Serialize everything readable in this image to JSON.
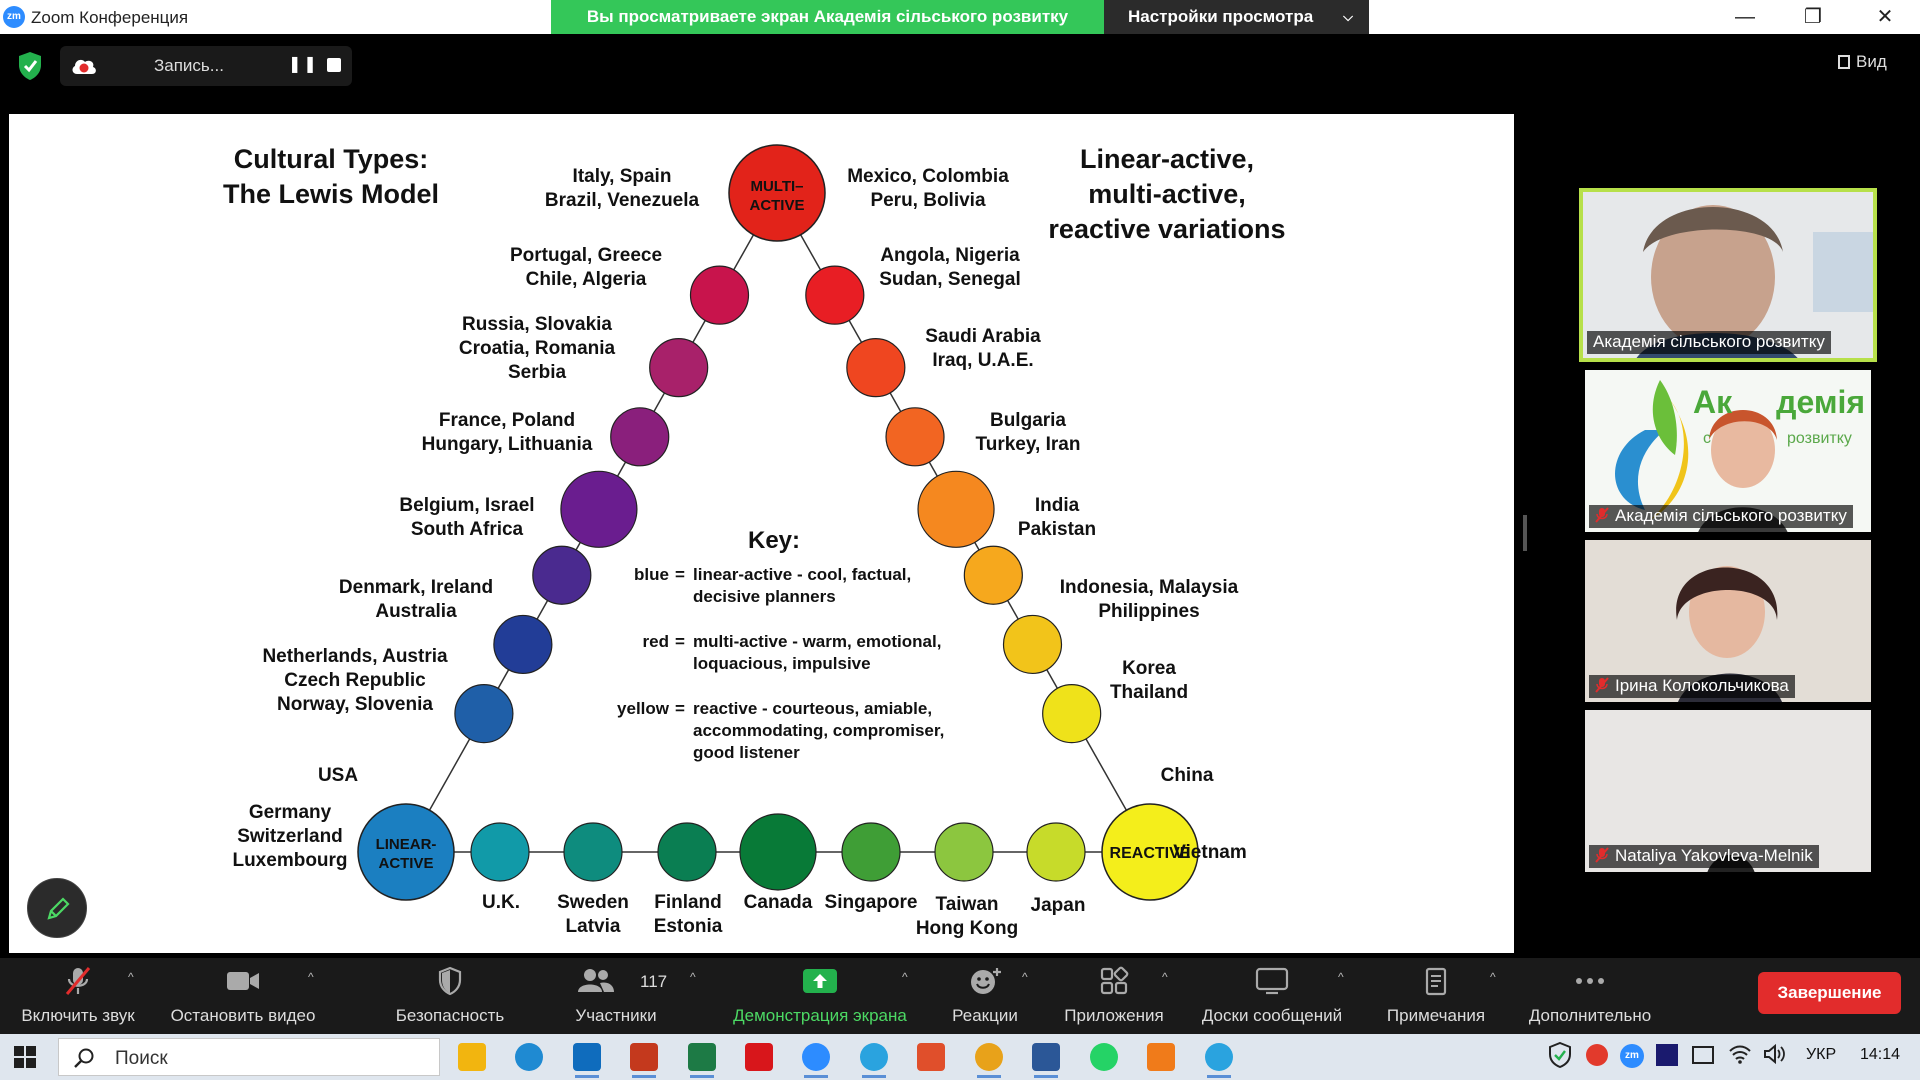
{
  "window": {
    "title": "Zoom Конференция",
    "logo_text": "zm",
    "share_banner": "Вы просматриваете экран Академія сільського розвитку",
    "view_settings_label": "Настройки просмотра",
    "minimize_glyph": "—",
    "restore_glyph": "❐",
    "close_glyph": "✕"
  },
  "recording": {
    "label": "Запись...",
    "pause_glyph": "❚❚",
    "view_label": "Вид"
  },
  "slide": {
    "title_left": [
      "Cultural Types:",
      "The Lewis Model"
    ],
    "title_right": [
      "Linear-active,",
      "multi-active,",
      "reactive variations"
    ],
    "corners": {
      "multi_active": [
        "MULTI–",
        "ACTIVE"
      ],
      "linear_active": [
        "LINEAR-",
        "ACTIVE"
      ],
      "reactive": "REACTIVE"
    },
    "left_labels": [
      [
        "Italy, Spain",
        "Brazil, Venezuela"
      ],
      [
        "Portugal, Greece",
        "Chile, Algeria"
      ],
      [
        "Russia, Slovakia",
        "Croatia, Romania",
        "Serbia"
      ],
      [
        "France, Poland",
        "Hungary, Lithuania"
      ],
      [
        "Belgium, Israel",
        "South Africa"
      ],
      [
        "Denmark, Ireland",
        "Australia"
      ],
      [
        "Netherlands, Austria",
        "Czech Republic",
        "Norway, Slovenia"
      ],
      [
        "USA"
      ],
      [
        "Germany",
        "Switzerland",
        "Luxembourg"
      ]
    ],
    "right_labels": [
      [
        "Mexico, Colombia",
        "Peru, Bolivia"
      ],
      [
        "Angola, Nigeria",
        "Sudan, Senegal"
      ],
      [
        "Saudi Arabia",
        "Iraq, U.A.E."
      ],
      [
        "Bulgaria",
        "Turkey, Iran"
      ],
      [
        "India",
        "Pakistan"
      ],
      [
        "Indonesia, Malaysia",
        "Philippines"
      ],
      [
        "Korea",
        "Thailand"
      ],
      [
        "China"
      ],
      [
        "Vietnam"
      ]
    ],
    "bottom_labels": [
      [
        "U.K."
      ],
      [
        "Sweden",
        "Latvia"
      ],
      [
        "Finland",
        "Estonia"
      ],
      [
        "Canada"
      ],
      [
        "Singapore"
      ],
      [
        "Taiwan",
        "Hong Kong"
      ],
      [
        "Japan"
      ]
    ],
    "key": {
      "title": "Key:",
      "items": [
        {
          "word": "blue",
          "eq": "=",
          "color": "#1a8fd0",
          "lines": [
            "linear-active - cool, factual,",
            "decisive planners"
          ]
        },
        {
          "word": "red",
          "eq": "=",
          "color": "#e2231a",
          "lines": [
            "multi-active - warm, emotional,",
            "loquacious, impulsive"
          ]
        },
        {
          "word": "yellow",
          "eq": "=",
          "color": "#e8e010",
          "lines": [
            "reactive - courteous, amiable,",
            "accommodating, compromiser,",
            "good listener"
          ]
        }
      ]
    },
    "colors": {
      "left_nodes": [
        "#c8144c",
        "#a8216a",
        "#8a1f7c",
        "#6a1d8f",
        "#4a2a8f",
        "#223d97",
        "#1f5fa8"
      ],
      "right_nodes": [
        "#e81e24",
        "#ef4620",
        "#f26522",
        "#f5881f",
        "#f6a81d",
        "#f2c41a",
        "#efe21a"
      ],
      "bottom_nodes": [
        "#119aa8",
        "#0e8c7e",
        "#0a7e52",
        "#087a37",
        "#3f9e36",
        "#8cc63f",
        "#c7db2a"
      ],
      "multi_active": "#e2231a",
      "linear_active": "#1b7fc1",
      "reactive": "#f4ee1b"
    }
  },
  "participants": [
    {
      "name": "Академія сільського розвитку",
      "muted": false,
      "active": true,
      "bg": "#d9dde3"
    },
    {
      "name": "Академія сільського розвитку",
      "muted": true,
      "active": false,
      "bg": "#f4f7f3",
      "logo_text": [
        "Ак",
        "демія",
        "с",
        "розвитку"
      ]
    },
    {
      "name": "Ірина Колокольчикова",
      "muted": true,
      "active": false,
      "bg": "#d8d0c8"
    },
    {
      "name": "Nataliya Yakovleva-Melnik",
      "muted": true,
      "active": false,
      "bg": "#e4e2e0"
    }
  ],
  "toolbar": {
    "audio": "Включить звук",
    "video": "Остановить видео",
    "security": "Безопасность",
    "participants": "Участники",
    "participants_count": "117",
    "share": "Демонстрация экрана",
    "reactions": "Реакции",
    "apps": "Приложения",
    "whiteboards": "Доски сообщений",
    "notes": "Примечания",
    "more": "Дополнительно",
    "caret": "^",
    "end": "Завершение"
  },
  "taskbar": {
    "search_placeholder": "Поиск",
    "language": "УКР",
    "time": "14:14",
    "apps": [
      "file-explorer",
      "edge",
      "outlook",
      "powerpoint",
      "excel",
      "acrobat",
      "zoom",
      "telegram",
      "paint",
      "chrome",
      "word",
      "whatsapp",
      "media-player",
      "telegram-2"
    ]
  }
}
